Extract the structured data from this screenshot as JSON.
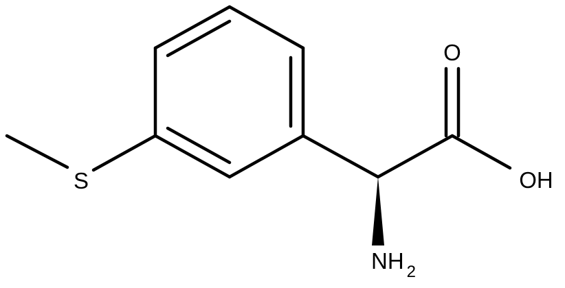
{
  "molecule": {
    "atoms": {
      "sulfur": "S",
      "carbonyl_oxygen": "O",
      "hydroxyl": "OH",
      "amine_main": "NH",
      "amine_subscript": "2"
    },
    "colors": {
      "bond": "#000000",
      "background": "#ffffff"
    }
  }
}
